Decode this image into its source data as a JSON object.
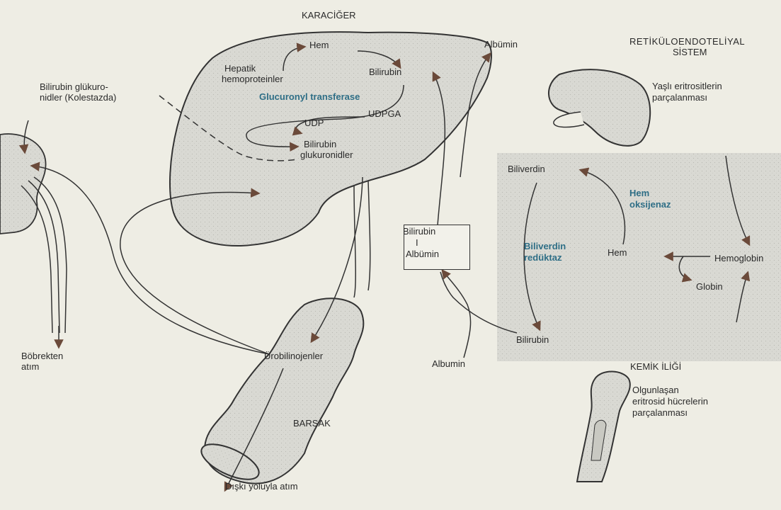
{
  "labels": {
    "liver_title": "KARACİĞER",
    "hem_top": "Hem",
    "hepatic_hemoproteins_1": "Hepatik",
    "hepatic_hemoproteins_2": "hemoproteinler",
    "bilirubin_liver": "Bilirubin",
    "glucuronyl_transferase": "Glucuronyl transferase",
    "udpga": "UDPGA",
    "udp": "UDP",
    "bilirubin_glucuronides_1": "Bilirubin",
    "bilirubin_glucuronides_2": "glukuronidler",
    "albumin_top": "Albümin",
    "kidney_label_1": "Bilirubin glükuro-",
    "kidney_label_2": "nidler (Kolestazda)",
    "kidney_excretion_1": "Böbrekten",
    "kidney_excretion_2": "atım",
    "box_bilirubin": "Bilirubin",
    "box_separator": "I",
    "box_albumin": "Albümin",
    "res_title_1": "RETİKÜLOENDOTELİYAL",
    "res_title_2": "SİSTEM",
    "old_erythrocytes_1": "Yaşlı eritrositlerin",
    "old_erythrocytes_2": "parçalanması",
    "biliverdin": "Biliverdin",
    "heme_oxygenase_1": "Hem",
    "heme_oxygenase_2": "oksijenaz",
    "biliverdin_reductase_1": "Biliverdin",
    "biliverdin_reductase_2": "redüktaz",
    "hem_res": "Hem",
    "hemoglobin": "Hemoglobin",
    "globin": "Globin",
    "bilirubin_res": "Bilirubin",
    "albumin_bottom": "Albumin",
    "bone_marrow_title": "KEMİK İLİĞİ",
    "maturing_erythroid_1": "Olgunlaşan",
    "maturing_erythroid_2": "eritrosid hücrelerin",
    "maturing_erythroid_3": "parçalanması",
    "urobilinogens": "Ürobilinojenler",
    "intestine": "BARSAK",
    "fecal_excretion": "Dışkı yoluyla atım"
  },
  "colors": {
    "background": "#eeede4",
    "organ_fill": "#d8d8d2",
    "line": "#333333",
    "arrowhead": "#6b4a3a",
    "enzyme_text": "#2e6e86"
  }
}
